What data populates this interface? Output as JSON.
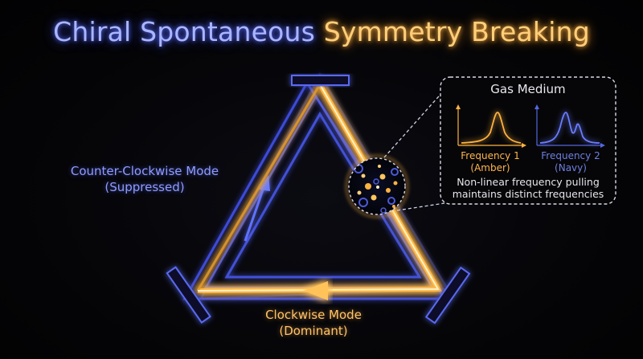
{
  "title": {
    "part1": "Chiral Spontaneous",
    "part2": "Symmetry Breaking"
  },
  "modes": {
    "counter_clockwise": {
      "line1": "Counter-Clockwise Mode",
      "line2": "(Suppressed)"
    },
    "clockwise": {
      "line1": "Clockwise Mode",
      "line2": "(Dominant)"
    }
  },
  "inset": {
    "title": "Gas Medium",
    "frequency1": {
      "line1": "Frequency 1",
      "line2": "(Amber)"
    },
    "frequency2": {
      "line1": "Frequency 2",
      "line2": "(Navy)"
    },
    "description": {
      "line1": "Non-linear frequency pulling",
      "line2": "maintains distinct frequencies"
    }
  },
  "colors": {
    "amber": "#ffb23f",
    "navy": "#5566e0",
    "background": "#050507"
  },
  "icons": [
    "gas-cell-icon",
    "mirror-icon",
    "arrow-icon"
  ]
}
